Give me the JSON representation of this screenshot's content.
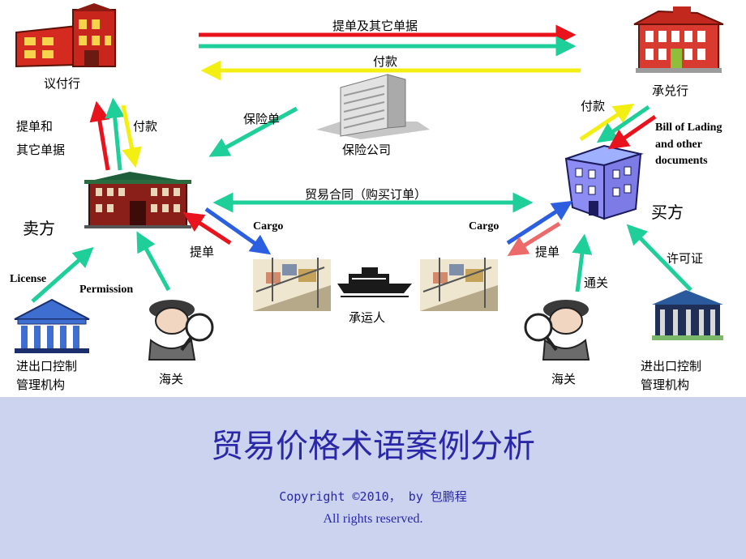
{
  "colors": {
    "red": "#e8131c",
    "green": "#1fcf9a",
    "yellow": "#f4ef12",
    "blue": "#2c5fe0",
    "pink": "#ec6a6a",
    "footer_bg": "#ccd3ee",
    "title_color": "#2a27a8"
  },
  "labels": {
    "top_arrow_docs": "提单及其它单据",
    "top_arrow_pay": "付款",
    "negotiating_bank": "议付行",
    "accepting_bank": "承兑行",
    "seller_bank_docs_line1": "提单和",
    "seller_bank_docs_line2": "其它单据",
    "seller_bank_pay": "付款",
    "insurance_doc": "保险单",
    "insurance_company": "保险公司",
    "buyer_pay": "付款",
    "bill_of_lading_l1": "Bill of Lading",
    "bill_of_lading_l2": "and other",
    "bill_of_lading_l3": "documents",
    "seller": "卖方",
    "buyer": "买方",
    "contract": "贸易合同（购买订单）",
    "cargo_left": "Cargo",
    "cargo_right": "Cargo",
    "bl_left": "提单",
    "bl_right": "提单",
    "carrier": "承运人",
    "license": "License",
    "permission": "Permission",
    "customs_clear": "通关",
    "import_license": "许可证",
    "authority_left_l1": "进出口控制",
    "authority_left_l2": "管理机构",
    "authority_right_l1": "进出口控制",
    "authority_right_l2": "管理机构",
    "customs_left": "海关",
    "customs_right": "海关"
  },
  "footer": {
    "title": "贸易价格术语案例分析",
    "copyright": "Copyright ©2010， by 包鹏程",
    "rights": "All rights reserved."
  }
}
